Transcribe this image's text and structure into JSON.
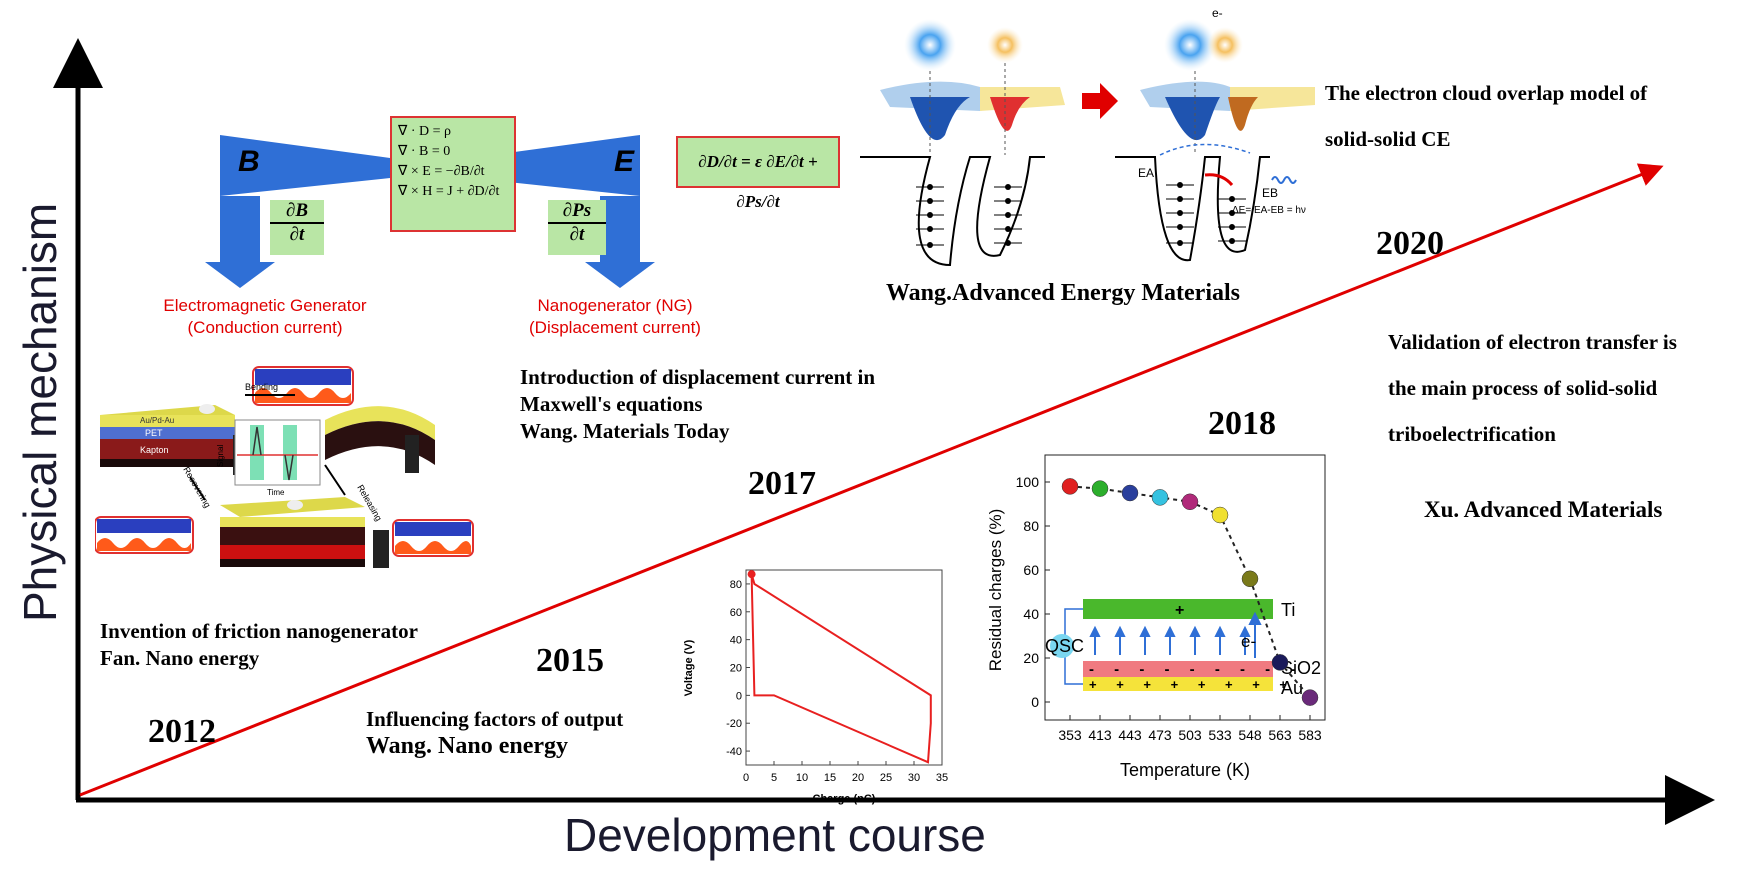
{
  "axes": {
    "x_title": "Development course",
    "y_title": "Physical mechanism"
  },
  "milestones": {
    "y2012": {
      "year": "2012",
      "line1": "Invention of friction nanogenerator",
      "line2": "Fan. Nano energy"
    },
    "y2015": {
      "year": "2015",
      "line1": "Influencing factors of output",
      "line2": "Wang. Nano energy"
    },
    "y2017": {
      "year": "2017",
      "line1": "Introduction of displacement current in",
      "line2": "Maxwell's equations",
      "line3": "Wang. Materials Today"
    },
    "y2018": {
      "year": "2018",
      "line1": "Validation of electron transfer is",
      "line2": "the main process of solid-solid",
      "line3": "triboelectrification",
      "line4": "Xu. Advanced Materials"
    },
    "y2020": {
      "year": "2020",
      "line1": "The electron cloud overlap model of",
      "line2": "solid-solid CE",
      "line3": "Wang.Advanced  Energy  Materials"
    }
  },
  "maxwell": {
    "b_label": "B",
    "e_label": "E",
    "eq1": "∇ · D = ρ",
    "eq2": "∇ · B = 0",
    "eq3": "∇ × E = −∂B/∂t",
    "eq4": "∇ × H = J + ∂D/∂t",
    "disp_eq": "∂D/∂t = ε ∂E/∂t + ∂Ps/∂t",
    "dB_num": "∂B",
    "dB_den": "∂t",
    "dPs_num": "∂Ps",
    "dPs_den": "∂t",
    "emg_line1": "Electromagnetic Generator",
    "emg_line2": "(Conduction current)",
    "ng_line1": "Nanogenerator (NG)",
    "ng_line2": "(Displacement current)"
  },
  "teng_illustration": {
    "layer_top": "Au/Pd-Au",
    "layer_mid": "PET",
    "layer_bot": "Kapton",
    "bending": "Bending",
    "releasing": "Releasing",
    "recovering": "Recovering",
    "signal": "Signal",
    "time": "Time"
  },
  "cloud_model": {
    "ea": "EA",
    "eb": "EB",
    "delta": "ΔE= EA-EB = hν",
    "electron": "e-"
  },
  "colors": {
    "trend_line": "#e00000",
    "axis": "#000000",
    "arrow_blue": "#2f6fd6",
    "eq_fill": "#b9e6a5"
  },
  "chart_data": [
    {
      "type": "line",
      "xlabel": "Charge (nC)",
      "ylabel": "Voltage (V)",
      "xlim": [
        0,
        35
      ],
      "ylim": [
        -50,
        90
      ],
      "xticks": [
        0,
        5,
        10,
        15,
        20,
        25,
        30,
        35
      ],
      "yticks": [
        -40,
        -20,
        0,
        20,
        40,
        60,
        80
      ],
      "series": [
        {
          "x": [
            1,
            1.5,
            33,
            33,
            32.5,
            5,
            1.5,
            1
          ],
          "y": [
            87,
            80,
            0,
            -20,
            -48,
            0,
            0,
            87
          ]
        }
      ]
    },
    {
      "type": "scatter",
      "xlabel": "Temperature (K)",
      "ylabel": "Residual charges (%)",
      "categories": [
        "353",
        "413",
        "443",
        "473",
        "503",
        "533",
        "548",
        "563",
        "583"
      ],
      "values": [
        98,
        97,
        95,
        93,
        91,
        85,
        56,
        18,
        2
      ],
      "point_colors": [
        "#e02020",
        "#2cae2c",
        "#2a3f9c",
        "#35c2e0",
        "#b02a7a",
        "#f0e030",
        "#7a7a1a",
        "#1a1a5a",
        "#6a2a7a"
      ],
      "ylim": [
        0,
        100
      ],
      "yticks": [
        0,
        20,
        40,
        60,
        80,
        100
      ],
      "inset": {
        "top_metal": "Ti",
        "sign_top": "+",
        "q_label": "QSC",
        "electron": "e-",
        "mid_layer": "SiO2",
        "bot_layer": "Au"
      }
    }
  ]
}
